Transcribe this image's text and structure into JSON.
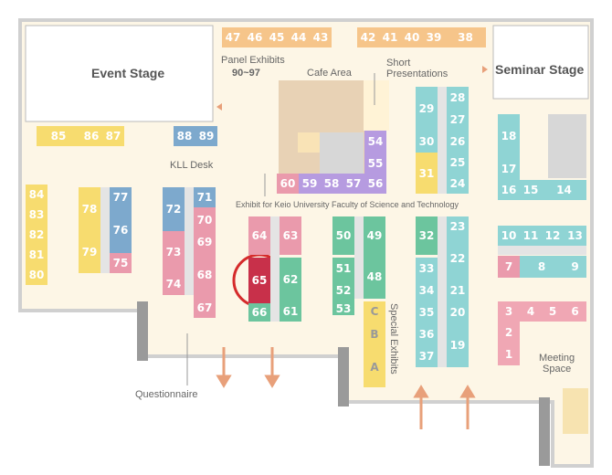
{
  "labels": {
    "event_stage": "Event Stage",
    "seminar_stage": "Seminar Stage",
    "panel_exhibits": "Panel Exhibits",
    "panel_range": "90~97",
    "cafe_area": "Cafe Area",
    "short_presentations_1": "Short",
    "short_presentations_2": "Presentations",
    "kll_desk": "KLL Desk",
    "faculty_exhibit": "Exhibit for Keio University Faculty of Science and Technology",
    "special_exhibits": "Special Exhibits",
    "questionnaire": "Questionnaire",
    "meeting_1": "Meeting",
    "meeting_2": "Space"
  },
  "booths": {
    "top_row": [
      "47",
      "46",
      "45",
      "44",
      "43",
      "42",
      "41",
      "40",
      "39",
      "38"
    ],
    "left_col": [
      "84",
      "83",
      "82",
      "81",
      "80"
    ],
    "upper_left": [
      "85",
      "86",
      "87",
      "88",
      "89"
    ],
    "col_78_79": [
      "78",
      "79"
    ],
    "col_77_75": [
      "77",
      "76",
      "75"
    ],
    "col_72_74": [
      "72",
      "73",
      "74"
    ],
    "col_71_67": [
      "71",
      "70",
      "69",
      "68",
      "67"
    ],
    "col_64_66": [
      "64",
      "65",
      "66"
    ],
    "col_63_61": [
      "63",
      "62",
      "61"
    ],
    "cafe_row": [
      "60",
      "59",
      "58",
      "57",
      "56"
    ],
    "cafe_col": [
      "54",
      "55"
    ],
    "col_50_53": [
      "50",
      "51",
      "52",
      "53"
    ],
    "col_49_48": [
      "49",
      "48"
    ],
    "special": [
      "C",
      "B",
      "A"
    ],
    "col_29_31": [
      "29",
      "30",
      "31"
    ],
    "col_28_24": [
      "28",
      "27",
      "26",
      "25",
      "24"
    ],
    "col_32_37": [
      "32",
      "33",
      "34",
      "35",
      "36",
      "37"
    ],
    "col_23_19": [
      "23",
      "22",
      "21",
      "20",
      "19"
    ],
    "right_upper": [
      "18",
      "17",
      "16",
      "15",
      "14"
    ],
    "right_row": [
      "10",
      "11",
      "12",
      "13"
    ],
    "right_789": [
      "7",
      "8",
      "9"
    ],
    "right_3_6": [
      "3",
      "4",
      "5",
      "6"
    ],
    "right_2_1": [
      "2",
      "1"
    ]
  },
  "highlight": "65",
  "colors": {
    "floor": "#fdf6e6",
    "highlight_ring": "#d52b2b",
    "arrow": "#e8a07a"
  }
}
